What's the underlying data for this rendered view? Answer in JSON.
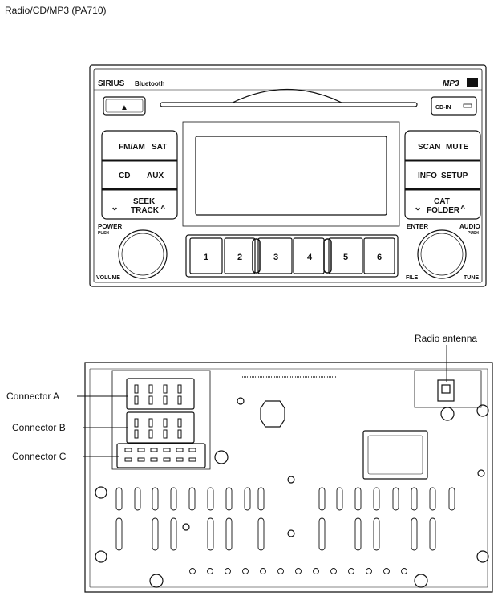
{
  "page_title": "Radio/CD/MP3 (PA710)",
  "front": {
    "brand_left": "SIRIUS",
    "bluetooth": "Bluetooth",
    "brand_right": "MP3",
    "cd_in": "CD-IN",
    "eject_symbol": "▲",
    "left_buttons": [
      {
        "a": "FM/AM",
        "b": "SAT"
      },
      {
        "a": "CD",
        "b": "AUX"
      },
      {
        "a": "SEEK",
        "b": "TRACK"
      }
    ],
    "right_buttons": [
      {
        "a": "SCAN",
        "b": "MUTE"
      },
      {
        "a": "INFO",
        "b": "SETUP"
      },
      {
        "a": "CAT",
        "b": "FOLDER"
      }
    ],
    "presets": [
      "1",
      "2",
      "3",
      "4",
      "5",
      "6"
    ],
    "power": "POWER",
    "push": "PUSH",
    "volume": "VOLUME",
    "enter": "ENTER",
    "audio": "AUDIO",
    "file": "FILE",
    "tune": "TUNE"
  },
  "rear": {
    "radio_antenna": "Radio antenna",
    "connectors": [
      "Connector A",
      "Connector B",
      "Connector C"
    ]
  }
}
